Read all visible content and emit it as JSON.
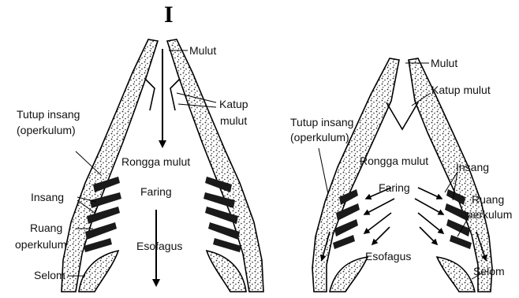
{
  "figure_title": "I",
  "left_diagram": {
    "labels": {
      "mulut": "Mulut",
      "katup_mulut_1": "Katup",
      "katup_mulut_2": "mulut",
      "tutup_insang_1": "Tutup insang",
      "tutup_insang_2": "(operkulum)",
      "rongga_mulut": "Rongga mulut",
      "faring": "Faring",
      "insang": "Insang",
      "ruang_operkulum_1": "Ruang",
      "ruang_operkulum_2": "operkulum",
      "esofagus": "Esofagus",
      "selom": "Selom"
    }
  },
  "right_diagram": {
    "labels": {
      "mulut": "Mulut",
      "katup_mulut": "Katup mulut",
      "tutup_insang_1": "Tutup insang",
      "tutup_insang_2": "(operkulum)",
      "rongga_mulut": "Rongga mulut",
      "insang": "Insang",
      "faring": "Faring",
      "ruang_operkulum_1": "Ruang",
      "ruang_operkulum_2": "operkulum",
      "esofagus": "Esofagus",
      "selom": "Selom"
    }
  }
}
